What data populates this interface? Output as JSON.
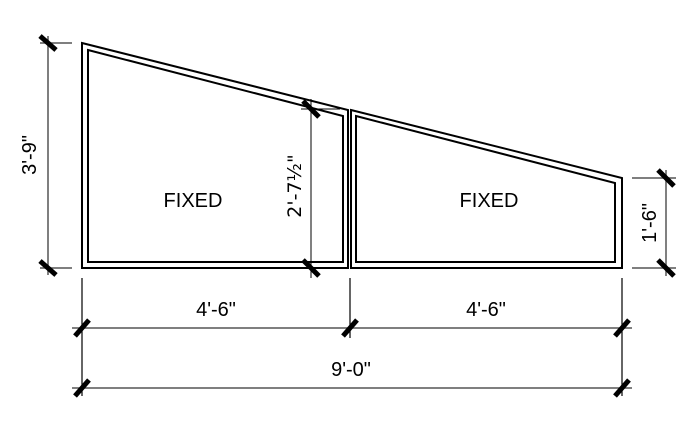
{
  "drawing": {
    "type": "window elevation",
    "panels": [
      {
        "id": "left",
        "label": "FIXED",
        "width": "4'-6\""
      },
      {
        "id": "right",
        "label": "FIXED",
        "width": "4'-6\""
      }
    ],
    "dimensions": {
      "overall_width": "9'-0\"",
      "left_panel_width": "4'-6\"",
      "right_panel_width": "4'-6\"",
      "left_height": "3'-9\"",
      "mullion_height": "2'-7½\"",
      "right_height": "1'-6\""
    },
    "colors": {
      "line": "#000000",
      "dimension_line": "#555555",
      "background": "#ffffff"
    }
  }
}
